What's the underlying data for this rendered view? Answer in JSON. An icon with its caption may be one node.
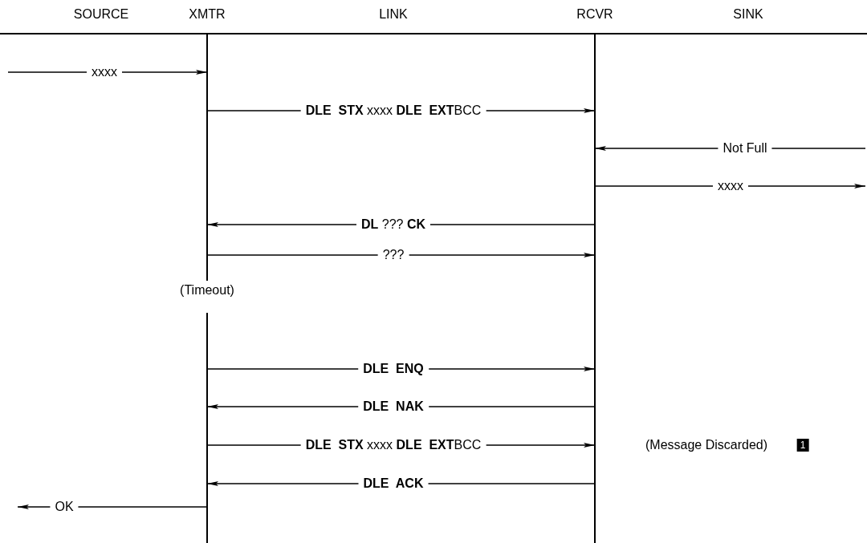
{
  "diagram": {
    "nodes": [
      {
        "text": [],
        "shape": "bar"
      },
      {
        "text": [],
        "shape": "bar"
      }
    ],
    "edges": [
      {
        "from": null,
        "to": 0,
        "arrow": "to",
        "label": "xxxx"
      },
      {
        "from": 0,
        "to": 1,
        "arrow": "to",
        "label": "**DLE**  **STX** xxxx **DLE**  **EXT**BCC"
      },
      {
        "from": null,
        "to": 1,
        "arrow": "to",
        "label": "Not Full"
      },
      {
        "from": 1,
        "to": null,
        "arrow": "to",
        "label": "xxxx"
      },
      {
        "from": 1,
        "to": 0,
        "arrow": "to",
        "label": "**DL** ??? **CK**"
      },
      {
        "from": 0,
        "to": 1,
        "arrow": "to",
        "label": "???"
      },
      {
        "from": 0,
        "to": 1,
        "arrow": "to",
        "label": "**DLE  ENQ**"
      },
      {
        "from": 1,
        "to": 0,
        "arrow": "to",
        "label": "**DLE  NAK**"
      },
      {
        "from": 0,
        "to": 1,
        "arrow": "to",
        "label": "**DLE**  **STX** xxxx **DLE**  **EXT**BCC"
      },
      {
        "from": 1,
        "to": 0,
        "arrow": "to",
        "label": "**DLE  ACK**"
      },
      {
        "from": 0,
        "to": null,
        "arrow": "to",
        "label": "OK"
      }
    ],
    "labels": [
      "SOURCE",
      "XMTR",
      "LINK",
      "RCVR",
      "SINK",
      "(Timeout)",
      "(Message Discarded)",
      "1"
    ]
  }
}
